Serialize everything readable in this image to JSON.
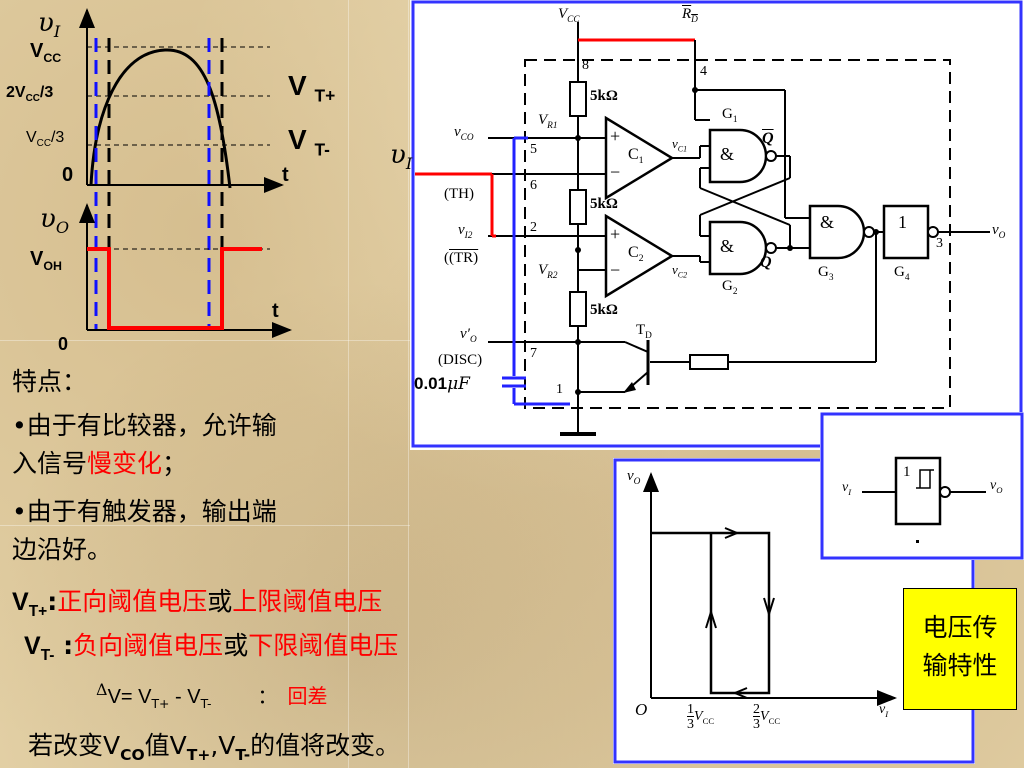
{
  "waveform": {
    "vi_symbol": "υ",
    "vi_sub": "I",
    "vcc": "V",
    "vcc_sub": "CC",
    "two_thirds": "2V",
    "two_thirds_sub": "CC",
    "two_thirds_tail": "/3",
    "one_third": "V",
    "one_third_sub": "CC",
    "one_third_tail": "/3",
    "zero_top": "0",
    "t_top": "t",
    "vt_plus": "V",
    "vt_plus_sub": "T+",
    "vt_minus": "V",
    "vt_minus_sub": "T-",
    "vo_symbol": "υ",
    "vo_sub": "O",
    "voh": "V",
    "voh_sub": "OH",
    "t_bottom": "t",
    "zero_bottom": "0"
  },
  "notes": {
    "title": "特点：",
    "bullet1_a": "•由于有比较器，允许输",
    "bullet1_b": "入信号",
    "bullet1_red": "慢变化",
    "bullet1_end": "；",
    "bullet2_a": "•由于有触发器，输出端",
    "bullet2_b": "边沿好。",
    "vtp_label": "V",
    "vtp_sub": "T+",
    "vtp_colon": ":",
    "vtp_def1": "正向阈值电压",
    "or1": "或",
    "vtp_def2": "上限阈值电压",
    "vtm_label": "V",
    "vtm_sub": "T-",
    "vtm_colon": " :",
    "vtm_def1": "负向阈值电压",
    "or2": "或",
    "vtm_def2": "下限阈值电压",
    "delta_sym": "Δ",
    "delta_v": "V= V",
    "delta_sub1": "T+",
    "delta_mid": " - V",
    "delta_sub2": "T-",
    "delta_colon": "：",
    "hysteresis": "回差",
    "last_a": "若改变V",
    "last_sub1": "CO",
    "last_b": "值V",
    "last_sub2": "T+",
    "last_c": ",V",
    "last_sub3": "T-",
    "last_d": "的值将改变。"
  },
  "circuit": {
    "vcc": "V",
    "vcc_sub": "CC",
    "rd": "R",
    "rd_sub": "D",
    "pin8": "8",
    "pin4": "4",
    "pin5": "5",
    "pin6": "6",
    "pin2": "2",
    "pin7": "7",
    "pin1": "1",
    "pin3": "3",
    "r1": "5kΩ",
    "r2": "5kΩ",
    "r3": "5kΩ",
    "vco": "v",
    "vco_sub": "CO",
    "vr1": "V",
    "vr1_sub": "R1",
    "vr2": "V",
    "vr2_sub": "R2",
    "th": "(TH)",
    "tr": "(TR)",
    "vi2": "v",
    "vi2_sub": "I2",
    "vi_symbol": "υ",
    "vi_sub": "I",
    "disc_label": "v",
    "disc_sub": "O",
    "disc": "(DISC)",
    "c1": "C",
    "c1_sub": "1",
    "c2": "C",
    "c2_sub": "2",
    "vc1": "v",
    "vc1_sub": "C1",
    "vc2": "v",
    "vc2_sub": "C2",
    "g1": "G",
    "g1_sub": "1",
    "g2": "G",
    "g2_sub": "2",
    "g3": "G",
    "g3_sub": "3",
    "g4": "G",
    "g4_sub": "4",
    "amp": "&",
    "one": "1",
    "q": "Q",
    "qbar": "Q",
    "td": "T",
    "td_sub": "D",
    "vo": "v",
    "vo_sub": "O",
    "cap_value": "0.01",
    "cap_unit": "μF",
    "plus": "+",
    "minus": "−"
  },
  "transfer": {
    "vo": "v",
    "vo_sub": "O",
    "vi": "v",
    "vi_sub": "I",
    "origin": "O",
    "x1_num": "1",
    "x1_den": "3",
    "x1_label": "V",
    "x1_sub": "CC",
    "x2_num": "2",
    "x2_den": "3",
    "x2_label": "V",
    "x2_sub": "CC"
  },
  "schmitt_symbol": {
    "vi": "v",
    "vi_sub": "I",
    "vo": "v",
    "vo_sub": "O",
    "one": "1"
  },
  "badge": {
    "line1": "电压传",
    "line2": "输特性"
  },
  "colors": {
    "accent_red": "#ff0000",
    "accent_blue": "#0000ff",
    "panel_border": "#3333ff",
    "badge_bg": "#ffff00"
  }
}
